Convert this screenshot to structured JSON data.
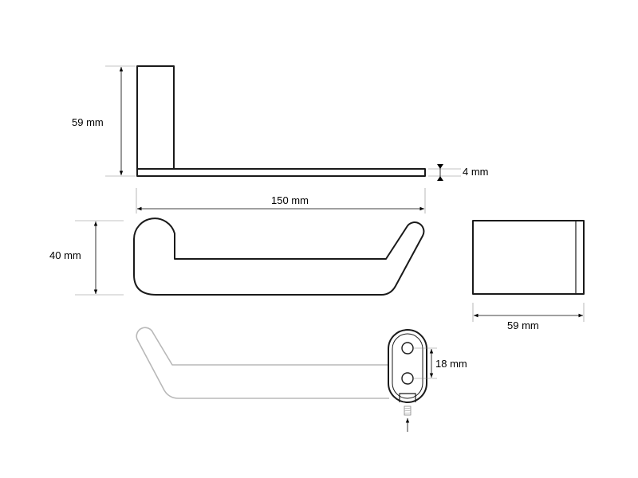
{
  "dimensions": {
    "height_side": "59 mm",
    "thickness": "4 mm",
    "length": "150 mm",
    "height_front": "40 mm",
    "depth": "59 mm",
    "hole_spacing": "18 mm"
  },
  "colors": {
    "outline": "#1a1a1a",
    "ghost_outline": "#b8b8b8",
    "background": "#ffffff"
  }
}
